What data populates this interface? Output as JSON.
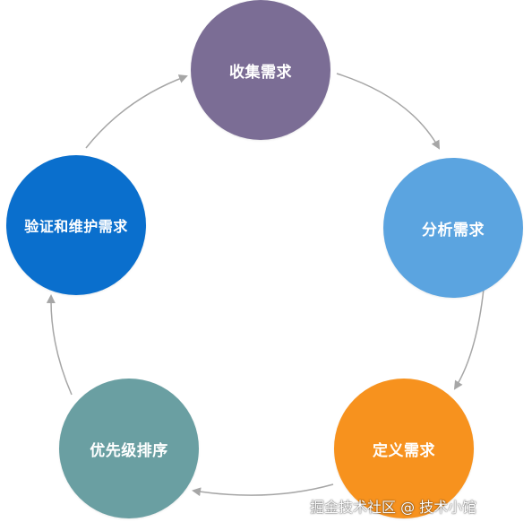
{
  "nodes": {
    "collect": "收集需求",
    "analyze": "分析需求",
    "define": "定义需求",
    "priority": "优先级排序",
    "verify": "验证和维护需求"
  },
  "colors": {
    "collect": "#7b6d95",
    "analyze": "#5ba4e0",
    "define": "#f7921e",
    "priority": "#6a9fa2",
    "verify": "#0a6fcd",
    "arrow": "#a6a6a6"
  },
  "watermark": "掘金技术社区 @ 技术小馆"
}
